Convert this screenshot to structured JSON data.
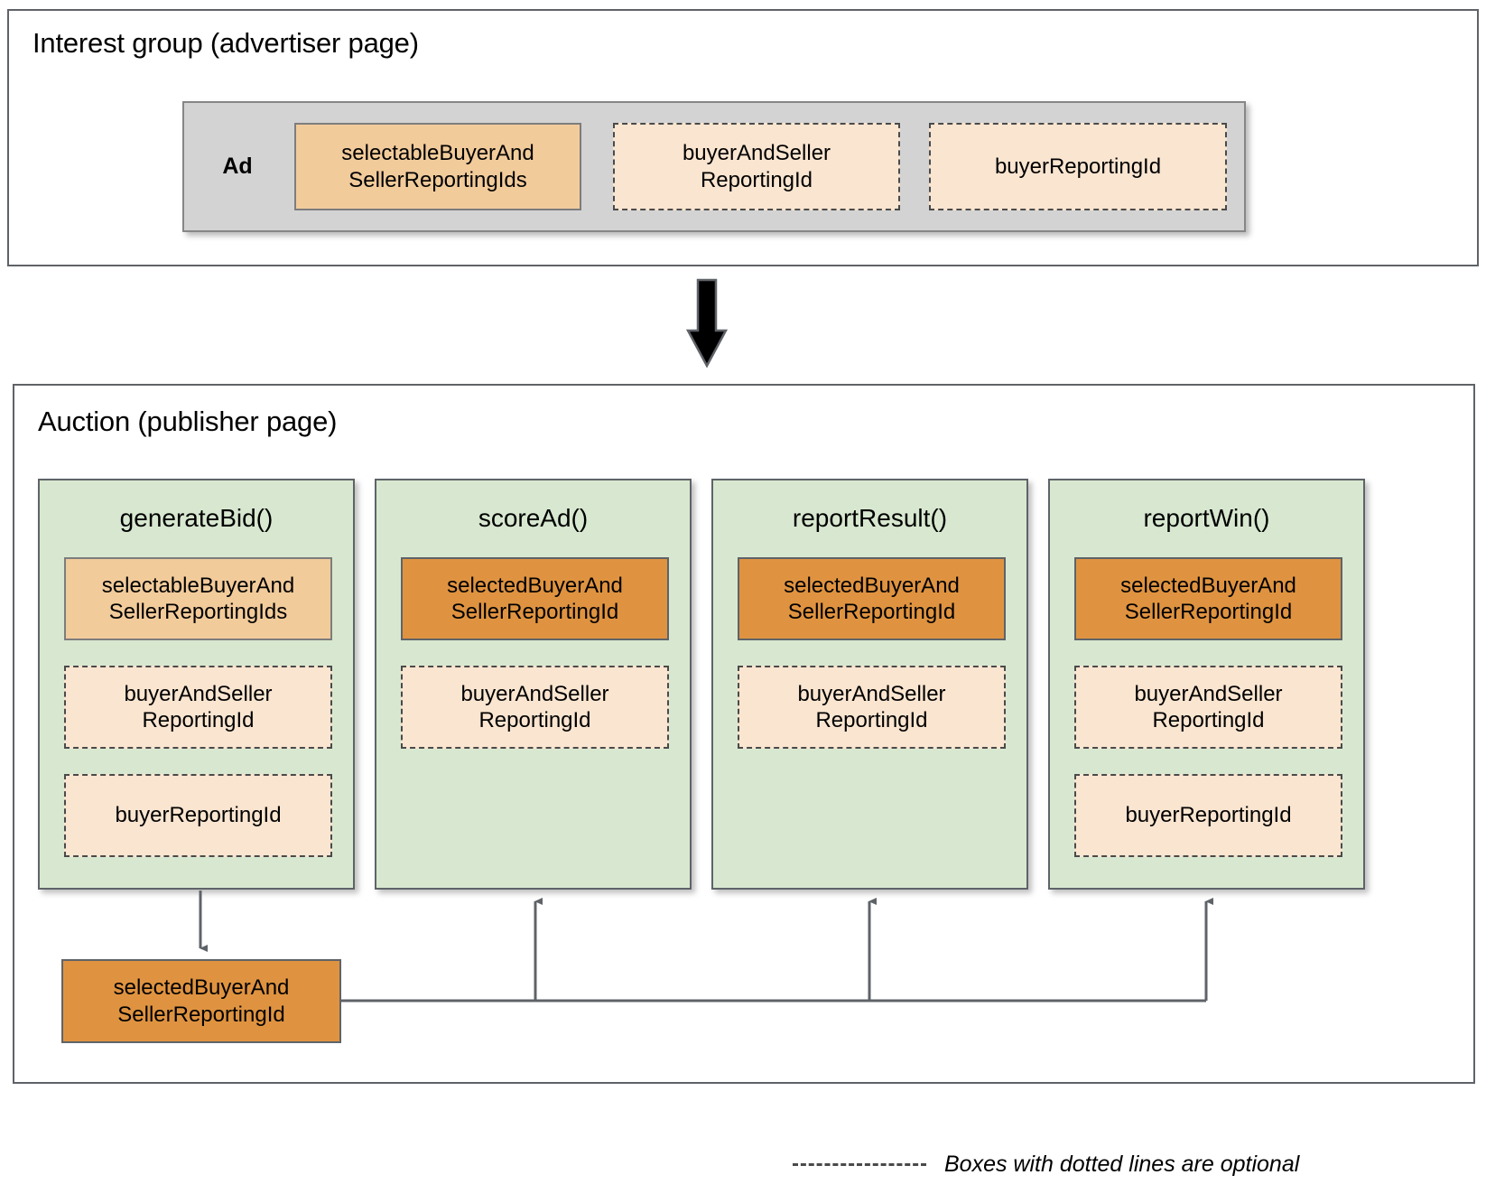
{
  "diagram": {
    "title_interest_group": "Interest group (advertiser page)",
    "title_auction": "Auction (publisher page)",
    "ad_label": "Ad",
    "flow_arrow_icon": "down-arrow-icon",
    "colors": {
      "solid_light_orange": "#F2CB9B",
      "solid_dark_orange": "#DF9340",
      "dashed_cream": "#FAE5D0",
      "green_panel": "#D8E8D0",
      "grey_panel": "#D3D3D3",
      "outline": "#5F6368"
    }
  },
  "interest_group": {
    "ad_fields": [
      {
        "label": "selectableBuyerAndSellerReportingIds",
        "line1": "selectableBuyerAnd",
        "line2": "SellerReportingIds",
        "style": "solid-light",
        "optional": false
      },
      {
        "label": "buyerAndSellerReportingId",
        "line1": "buyerAndSeller",
        "line2": "ReportingId",
        "style": "dashed",
        "optional": true
      },
      {
        "label": "buyerReportingId",
        "line1": "buyerReportingId",
        "line2": "",
        "style": "dashed",
        "optional": true
      }
    ]
  },
  "auction": {
    "functions": [
      {
        "name": "generateBid()",
        "fields": [
          {
            "line1": "selectableBuyerAnd",
            "line2": "SellerReportingIds",
            "style": "solid-light"
          },
          {
            "line1": "buyerAndSeller",
            "line2": "ReportingId",
            "style": "dashed"
          },
          {
            "line1": "buyerReportingId",
            "line2": "",
            "style": "dashed"
          }
        ]
      },
      {
        "name": "scoreAd()",
        "fields": [
          {
            "line1": "selectedBuyerAnd",
            "line2": "SellerReportingId",
            "style": "solid-dark"
          },
          {
            "line1": "buyerAndSeller",
            "line2": "ReportingId",
            "style": "dashed"
          }
        ]
      },
      {
        "name": "reportResult()",
        "fields": [
          {
            "line1": "selectedBuyerAnd",
            "line2": "SellerReportingId",
            "style": "solid-dark"
          },
          {
            "line1": "buyerAndSeller",
            "line2": "ReportingId",
            "style": "dashed"
          }
        ]
      },
      {
        "name": "reportWin()",
        "fields": [
          {
            "line1": "selectedBuyerAnd",
            "line2": "SellerReportingId",
            "style": "solid-dark"
          },
          {
            "line1": "buyerAndSeller",
            "line2": "ReportingId",
            "style": "dashed"
          },
          {
            "line1": "buyerReportingId",
            "line2": "",
            "style": "dashed"
          }
        ]
      }
    ],
    "output_box": {
      "label": "selectedBuyerAndSellerReportingId",
      "line1": "selectedBuyerAnd",
      "line2": "SellerReportingId"
    }
  },
  "legend": {
    "text": "Boxes with dotted lines are optional",
    "swatch_icon": "dashed-line-icon"
  }
}
